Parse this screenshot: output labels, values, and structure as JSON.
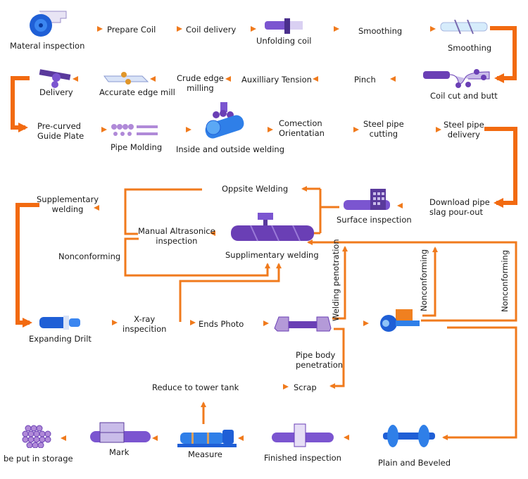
{
  "title": "Spiral steel pipe production process flow",
  "colors": {
    "arrow": "#f07a1c",
    "arrow_light": "#f5a35c",
    "pipe_purple": "#6a3fb5",
    "pipe_blue": "#1f5fd6",
    "accent_orange": "#f08020"
  },
  "steps": {
    "material_inspection": "Materal inspection",
    "prepare_coil": "Prepare Coil",
    "coil_delivery": "Coil delivery",
    "unfolding_coil": "Unfolding coil",
    "smoothing_1": "Smoothing",
    "smoothing_2": "Smoothing",
    "coil_cut_butt": "Coil cut and butt",
    "pinch": "Pinch",
    "auxiliary_tension": "Auxilliary Tension",
    "crude_edge_milling": [
      "Crude edge",
      "milling"
    ],
    "accurate_edge_mill": "Accurate edge mill",
    "delivery": "Delivery",
    "pre_curved_guide": [
      "Pre-curved",
      "Guide Plate"
    ],
    "pipe_molding": "Pipe Molding",
    "inside_outside_welding": "Inside and  outside welding",
    "correction_orientation": [
      "Comection",
      "Orientatian"
    ],
    "steel_pipe_cutting": [
      "Steel pipe",
      "cutting"
    ],
    "steel_pipe_delivery": [
      "Steel pipe",
      "delivery"
    ],
    "download_pipe": [
      "Download pipe",
      "slag pour-out"
    ],
    "surface_inspection": "Surface inspection",
    "opposite_welding": "Oppsite Welding",
    "supplementary_welding_left": [
      "Supplementary",
      "welding"
    ],
    "manual_ultrasonic": [
      "Manual Altrasonice",
      "inspection"
    ],
    "supplementary_welding_mid": "Supplimentary welding",
    "nonconforming_left": "Nonconforming",
    "expanding_drilt": "Expanding Drilt",
    "xray_inspection": [
      "X-ray",
      "inspecition"
    ],
    "ends_photo": "Ends Photo",
    "welding_penetration": "Welding penotration",
    "nonconforming_mid": "Nonconforming",
    "nonconforming_right": "Nonconforming",
    "pipe_body_penetration": [
      "Pipe body",
      "penetration"
    ],
    "scrap": "Scrap",
    "reduce_tower_tank": "Reduce to tower tank",
    "plain_beveled": "Plain and Beveled",
    "finished_inspection": "Finished inspection",
    "measure": "Measure",
    "mark": "Mark",
    "storage": "be put in storage"
  }
}
